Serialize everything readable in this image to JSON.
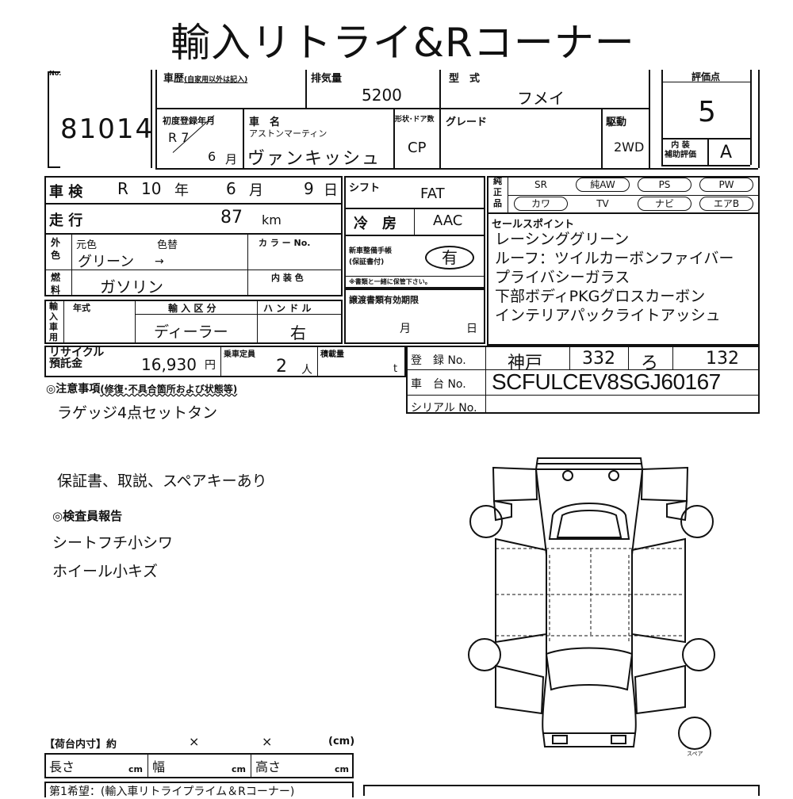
{
  "title": "輸入リトライ&Rコーナー",
  "no": {
    "label": "No.",
    "value": "81014"
  },
  "history": {
    "label": "車歴",
    "note": "(自家用以外は記入)"
  },
  "displacement": {
    "label": "排気量",
    "value": "5200"
  },
  "model": {
    "label": "型　式",
    "value": "フメイ"
  },
  "score": {
    "label": "評価点",
    "value": "5"
  },
  "first_reg": {
    "label": "初度登録年月",
    "era": "R 7",
    "month": "6",
    "month_unit": "月"
  },
  "car_name": {
    "label": "車　名",
    "maker": "アストンマーティン",
    "name": "ヴァンキッシュ"
  },
  "shape_door": {
    "label": "形状･ドア数",
    "value": "CP"
  },
  "grade": {
    "label": "グレード"
  },
  "drive": {
    "label": "駆動",
    "value": "2WD"
  },
  "interior": {
    "label1": "内 装",
    "label2": "補助評価",
    "value": "A"
  },
  "inspection": {
    "label": "車 検",
    "era": "R",
    "year": "10",
    "year_unit": "年",
    "month": "6",
    "month_unit": "月",
    "day": "9",
    "day_unit": "日"
  },
  "shift": {
    "label": "シフト",
    "value": "FAT"
  },
  "equipment": {
    "label": "純正品",
    "items": [
      {
        "text": "SR",
        "circled": false
      },
      {
        "text": "純AW",
        "circled": true
      },
      {
        "text": "PS",
        "circled": true
      },
      {
        "text": "PW",
        "circled": true
      },
      {
        "text": "カワ",
        "circled": true
      },
      {
        "text": "TV",
        "circled": false
      },
      {
        "text": "ナビ",
        "circled": true
      },
      {
        "text": "エアB",
        "circled": true
      }
    ]
  },
  "mileage": {
    "label": "走 行",
    "value": "87",
    "unit": "km"
  },
  "ac": {
    "label": "冷　房",
    "value": "AAC"
  },
  "exterior": {
    "label": "外色",
    "orig_label": "元色",
    "color": "グリーン",
    "arrow": "→",
    "changed_label": "色替",
    "color_no_label": "カ ラ ー No."
  },
  "maintenance": {
    "label1": "新車整備手帳",
    "label2": "(保証書付)",
    "value": "有",
    "note": "※書類と一緒に保管下さい。"
  },
  "fuel": {
    "label": "燃料",
    "value": "ガソリン",
    "interior_color_label": "内 装 色"
  },
  "import_car": {
    "label": "輸入車用",
    "year_label": "年式",
    "category_label": "輸 入 区 分",
    "category": "ディーラー",
    "handle_label": "ハ ン ド ル",
    "handle": "右"
  },
  "transfer": {
    "label": "譲渡書類有効期限",
    "month": "月",
    "day": "日"
  },
  "sales_points": {
    "label": "セールスポイント",
    "lines": [
      "レーシンググリーン",
      "ルーフ：ツイルカーボンファイバー",
      "プライバシーガラス",
      "下部ボディPKGグロスカーボン",
      "インテリアパックライトアッシュ"
    ]
  },
  "recycle": {
    "label1": "リサイクル",
    "label2": "預託金",
    "value": "16,930",
    "unit": "円"
  },
  "capacity": {
    "label": "乗車定員",
    "value": "2",
    "unit": "人"
  },
  "load": {
    "label": "積載量",
    "unit": "t"
  },
  "registration": {
    "label": "登　録 No.",
    "region": "神戸",
    "class": "332",
    "kana": "ろ",
    "number": "132"
  },
  "chassis": {
    "label": "車　台 No.",
    "value": "SCFULCEV8SGJ60167"
  },
  "serial": {
    "label": "シリアル No."
  },
  "notes": {
    "label": "◎注意事項",
    "label_note": "(修復･不具合箇所および状態等)",
    "line1": "ラゲッジ4点セットタン",
    "line2": "保証書、取説、スペアキーあり"
  },
  "inspector": {
    "label": "◎検査員報告",
    "lines": [
      "シートフチ小シワ",
      "ホイール小キズ"
    ]
  },
  "spare_label": "スペア",
  "cargo": {
    "label": "【荷台内寸】約",
    "times": "×",
    "unit": "(cm)",
    "length": "長さ",
    "width": "幅",
    "height": "高さ",
    "cm": "cm"
  },
  "footer": {
    "text": "第1希望：(輸入車リトライプライム＆Rコーナー)"
  }
}
